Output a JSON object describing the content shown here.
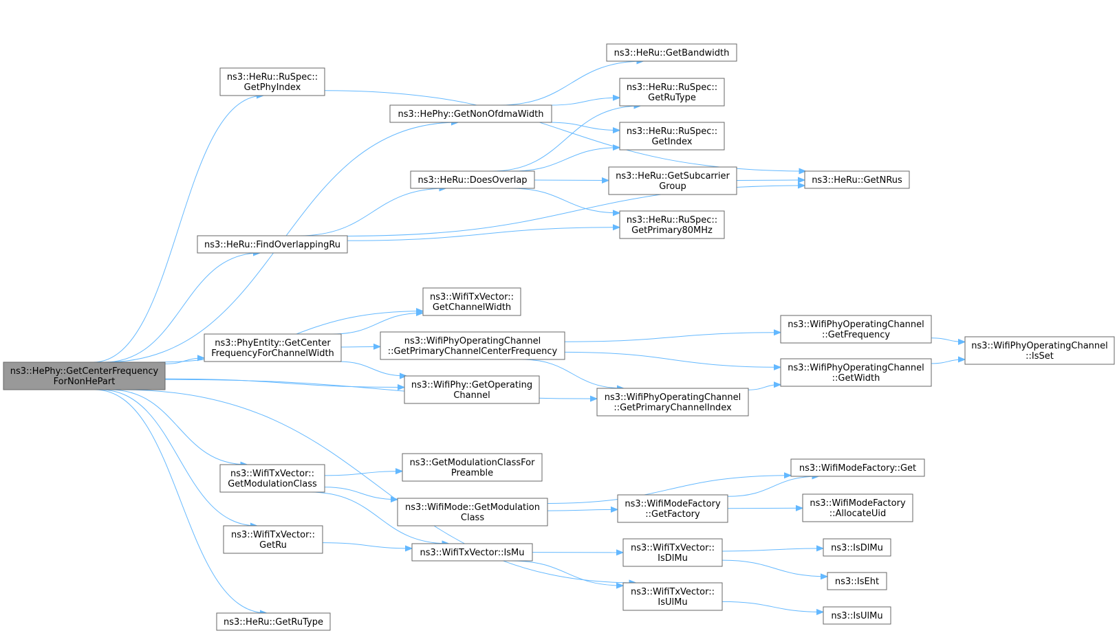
{
  "colors": {
    "edge": "#63b8ff",
    "node_border": "#666666",
    "root_fill": "#999999",
    "node_fill": "#ffffff"
  },
  "nodes": [
    {
      "id": "root",
      "lines": [
        "ns3::HePhy::GetCenterFrequency",
        "ForNonHePart"
      ],
      "root": true
    },
    {
      "id": "getPhyIndex",
      "lines": [
        "ns3::HeRu::RuSpec::",
        "GetPhyIndex"
      ]
    },
    {
      "id": "getNonOfdmaWidth",
      "lines": [
        "ns3::HePhy::GetNonOfdmaWidth"
      ]
    },
    {
      "id": "getBandwidth",
      "lines": [
        "ns3::HeRu::GetBandwidth"
      ]
    },
    {
      "id": "ruSpecGetRuType",
      "lines": [
        "ns3::HeRu::RuSpec::",
        "GetRuType"
      ]
    },
    {
      "id": "ruSpecGetIndex",
      "lines": [
        "ns3::HeRu::RuSpec::",
        "GetIndex"
      ]
    },
    {
      "id": "doesOverlap",
      "lines": [
        "ns3::HeRu::DoesOverlap"
      ]
    },
    {
      "id": "getSubcarrierGroup",
      "lines": [
        "ns3::HeRu::GetSubcarrier",
        "Group"
      ]
    },
    {
      "id": "getNRus",
      "lines": [
        "ns3::HeRu::GetNRus"
      ]
    },
    {
      "id": "getPrimary80MHz",
      "lines": [
        "ns3::HeRu::RuSpec::",
        "GetPrimary80MHz"
      ]
    },
    {
      "id": "findOverlappingRu",
      "lines": [
        "ns3::HeRu::FindOverlappingRu"
      ]
    },
    {
      "id": "getChannelWidth",
      "lines": [
        "ns3::WifiTxVector::",
        "GetChannelWidth"
      ]
    },
    {
      "id": "getCenterFreqForChWidth",
      "lines": [
        "ns3::PhyEntity::GetCenter",
        "FrequencyForChannelWidth"
      ]
    },
    {
      "id": "getPrimaryChCenterFreq",
      "lines": [
        "ns3::WifiPhyOperatingChannel",
        "::GetPrimaryChannelCenterFrequency"
      ]
    },
    {
      "id": "getFrequency",
      "lines": [
        "ns3::WifiPhyOperatingChannel",
        "::GetFrequency"
      ]
    },
    {
      "id": "isSet",
      "lines": [
        "ns3::WifiPhyOperatingChannel",
        "::IsSet"
      ]
    },
    {
      "id": "getWidth",
      "lines": [
        "ns3::WifiPhyOperatingChannel",
        "::GetWidth"
      ]
    },
    {
      "id": "getOperatingChannel",
      "lines": [
        "ns3::WifiPhy::GetOperating",
        "Channel"
      ]
    },
    {
      "id": "getPrimaryChIndex",
      "lines": [
        "ns3::WifiPhyOperatingChannel",
        "::GetPrimaryChannelIndex"
      ]
    },
    {
      "id": "txGetModulationClass",
      "lines": [
        "ns3::WifiTxVector::",
        "GetModulationClass"
      ]
    },
    {
      "id": "getModClassForPreamble",
      "lines": [
        "ns3::GetModulationClassFor",
        "Preamble"
      ]
    },
    {
      "id": "modeFactoryGet",
      "lines": [
        "ns3::WifiModeFactory::Get"
      ]
    },
    {
      "id": "modeGetModulationClass",
      "lines": [
        "ns3::WifiMode::GetModulation",
        "Class"
      ]
    },
    {
      "id": "getFactory",
      "lines": [
        "ns3::WifiModeFactory",
        "::GetFactory"
      ]
    },
    {
      "id": "allocateUid",
      "lines": [
        "ns3::WifiModeFactory",
        "::AllocateUid"
      ]
    },
    {
      "id": "txGetRu",
      "lines": [
        "ns3::WifiTxVector::",
        "GetRu"
      ]
    },
    {
      "id": "txIsMu",
      "lines": [
        "ns3::WifiTxVector::IsMu"
      ]
    },
    {
      "id": "txIsDlMu",
      "lines": [
        "ns3::WifiTxVector::",
        "IsDlMu"
      ]
    },
    {
      "id": "isDlMu",
      "lines": [
        "ns3::IsDlMu"
      ]
    },
    {
      "id": "isEht",
      "lines": [
        "ns3::IsEht"
      ]
    },
    {
      "id": "txIsUlMu",
      "lines": [
        "ns3::WifiTxVector::",
        "IsUlMu"
      ]
    },
    {
      "id": "isUlMu",
      "lines": [
        "ns3::IsUlMu"
      ]
    },
    {
      "id": "heRuGetRuType",
      "lines": [
        "ns3::HeRu::GetRuType"
      ]
    }
  ],
  "edges": [
    [
      "root",
      "getPhyIndex"
    ],
    [
      "root",
      "getNonOfdmaWidth"
    ],
    [
      "root",
      "findOverlappingRu"
    ],
    [
      "root",
      "getChannelWidth"
    ],
    [
      "root",
      "getCenterFreqForChWidth"
    ],
    [
      "root",
      "getOperatingChannel"
    ],
    [
      "root",
      "getPrimaryChIndex"
    ],
    [
      "root",
      "txGetModulationClass"
    ],
    [
      "root",
      "txGetRu"
    ],
    [
      "root",
      "txIsUlMu"
    ],
    [
      "root",
      "heRuGetRuType"
    ],
    [
      "getPhyIndex",
      "getNRus"
    ],
    [
      "getNonOfdmaWidth",
      "getBandwidth"
    ],
    [
      "getNonOfdmaWidth",
      "ruSpecGetRuType"
    ],
    [
      "getNonOfdmaWidth",
      "ruSpecGetIndex"
    ],
    [
      "doesOverlap",
      "ruSpecGetRuType"
    ],
    [
      "doesOverlap",
      "ruSpecGetIndex"
    ],
    [
      "doesOverlap",
      "getSubcarrierGroup"
    ],
    [
      "doesOverlap",
      "getPrimary80MHz"
    ],
    [
      "getSubcarrierGroup",
      "getNRus"
    ],
    [
      "findOverlappingRu",
      "doesOverlap"
    ],
    [
      "findOverlappingRu",
      "getPrimary80MHz"
    ],
    [
      "findOverlappingRu",
      "getNRus"
    ],
    [
      "getCenterFreqForChWidth",
      "getChannelWidth"
    ],
    [
      "getCenterFreqForChWidth",
      "getPrimaryChCenterFreq"
    ],
    [
      "getCenterFreqForChWidth",
      "getOperatingChannel"
    ],
    [
      "getPrimaryChCenterFreq",
      "getFrequency"
    ],
    [
      "getPrimaryChCenterFreq",
      "getWidth"
    ],
    [
      "getPrimaryChCenterFreq",
      "getPrimaryChIndex"
    ],
    [
      "getFrequency",
      "isSet"
    ],
    [
      "getWidth",
      "isSet"
    ],
    [
      "getPrimaryChIndex",
      "getWidth"
    ],
    [
      "txGetModulationClass",
      "getModClassForPreamble"
    ],
    [
      "txGetModulationClass",
      "modeGetModulationClass"
    ],
    [
      "txGetModulationClass",
      "txIsMu"
    ],
    [
      "modeGetModulationClass",
      "modeFactoryGet"
    ],
    [
      "modeGetModulationClass",
      "getFactory"
    ],
    [
      "getFactory",
      "modeFactoryGet"
    ],
    [
      "getFactory",
      "allocateUid"
    ],
    [
      "txGetRu",
      "txIsMu"
    ],
    [
      "txIsMu",
      "txIsDlMu"
    ],
    [
      "txIsMu",
      "txIsUlMu"
    ],
    [
      "txIsDlMu",
      "isDlMu"
    ],
    [
      "txIsDlMu",
      "isEht"
    ],
    [
      "txIsUlMu",
      "isUlMu"
    ]
  ]
}
